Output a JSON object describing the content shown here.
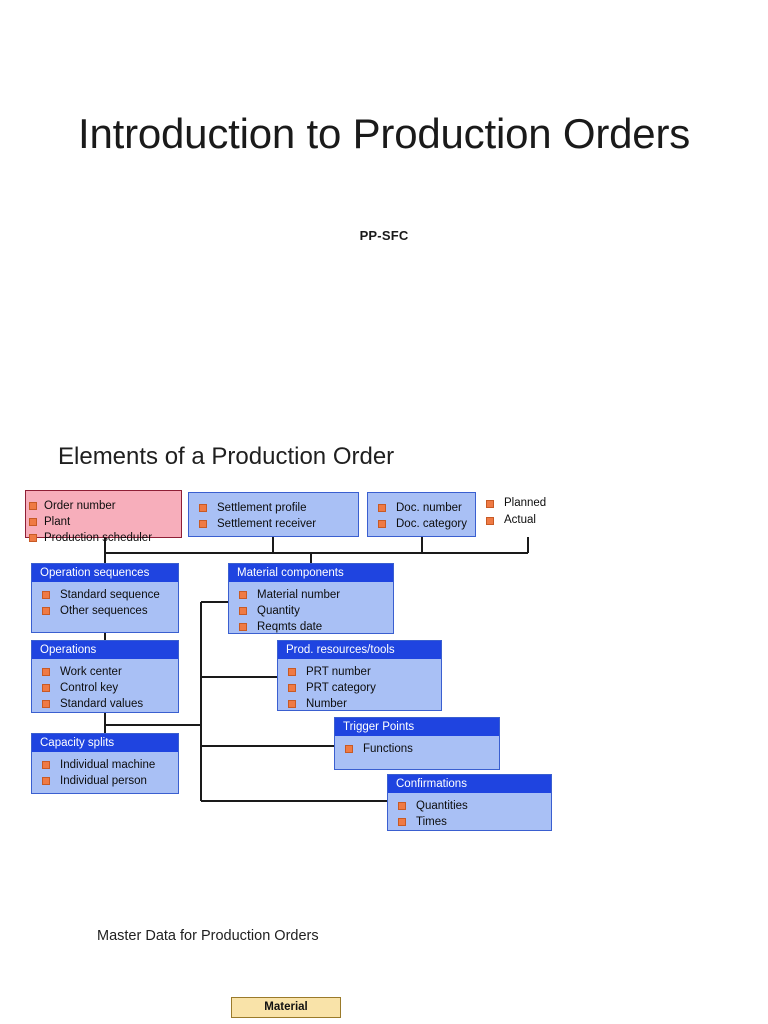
{
  "slide": {
    "title": "Introduction to Production Orders",
    "subtitle": "PP-SFC",
    "section_heading": "Elements of a Production Order",
    "bottom_caption": "Master Data for Production Orders",
    "material_tag": "Material"
  },
  "colors": {
    "node_header_blue": "#1F44E0",
    "node_body_blue": "#A9C0F5",
    "node_border_blue": "#3A5FD0",
    "node_pink_fill": "#F7AEBB",
    "node_pink_border": "#8F1F36",
    "bullet_orange": "#EF7A44",
    "bullet_orange_border": "#C85A25",
    "connector_line": "#1A1A1A",
    "material_tag_fill": "#F9E3A9",
    "material_tag_border": "#9A7A2A",
    "page_background": "#FFFFFF"
  },
  "diagram": {
    "nodes": {
      "order": {
        "header": null,
        "items": [
          "Order number",
          "Plant",
          "Production scheduler"
        ]
      },
      "settlement": {
        "header": null,
        "items": [
          "Settlement profile",
          "Settlement receiver"
        ]
      },
      "doc": {
        "header": null,
        "items": [
          "Doc. number",
          "Doc. category"
        ]
      },
      "legend": {
        "header": null,
        "items": [
          "Planned",
          "Actual"
        ]
      },
      "operation_sequences": {
        "header": "Operation sequences",
        "items": [
          "Standard sequence",
          "Other sequences"
        ]
      },
      "operations": {
        "header": "Operations",
        "items": [
          "Work center",
          "Control key",
          "Standard values"
        ]
      },
      "capacity_splits": {
        "header": "Capacity splits",
        "items": [
          "Individual machine",
          "Individual person"
        ]
      },
      "material_components": {
        "header": "Material components",
        "items": [
          "Material number",
          "Quantity",
          "Reqmts date"
        ]
      },
      "prod_resources_tools": {
        "header": "Prod. resources/tools",
        "items": [
          "PRT number",
          "PRT category",
          "Number"
        ]
      },
      "trigger_points": {
        "header": "Trigger Points",
        "items": [
          "Functions"
        ]
      },
      "confirmations": {
        "header": "Confirmations",
        "items": [
          "Quantities",
          "Times"
        ]
      }
    }
  }
}
